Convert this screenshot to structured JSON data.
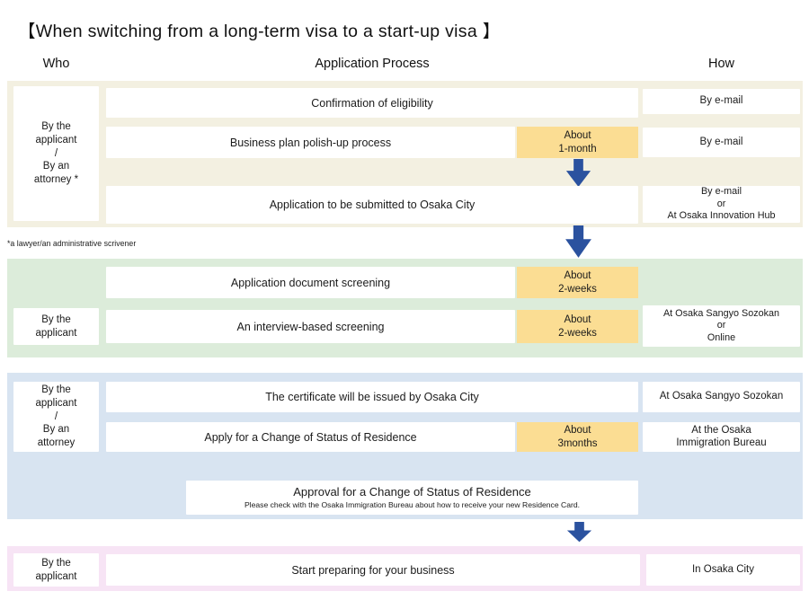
{
  "title": "【When switching from a long-term visa to a start-up visa 】",
  "headers": {
    "who": "Who",
    "process": "Application Process",
    "how": "How"
  },
  "footnote": "*a lawyer/an administrative scrivener",
  "colors": {
    "beige": "#f3f0e1",
    "green": "#dcecda",
    "blue": "#d8e4f1",
    "pink": "#f7e4f5",
    "yellow": "#fbdd93",
    "arrow": "#2b529f"
  },
  "s1": {
    "who": "By the\napplicant\n/\nBy an\nattorney *",
    "r1": {
      "label": "Confirmation of eligibility",
      "how": "By e-mail"
    },
    "r2": {
      "label": "Business plan polish-up process",
      "duration": "About\n1-month",
      "how": "By e-mail"
    },
    "r3": {
      "label": "Application to be submitted to Osaka City",
      "how": "By e-mail\nor\nAt Osaka Innovation Hub"
    }
  },
  "s2": {
    "who": "By the\napplicant",
    "r1": {
      "label": "Application document screening",
      "duration": "About\n2-weeks"
    },
    "r2": {
      "label": "An interview-based screening",
      "duration": "About\n2-weeks",
      "how": "At Osaka Sangyo Sozokan\nor\nOnline"
    }
  },
  "s3": {
    "who": "By the\napplicant\n/\nBy an\nattorney",
    "r1": {
      "label": "The certificate will be issued by Osaka City",
      "how": "At Osaka Sangyo Sozokan"
    },
    "r2": {
      "label": "Apply for a Change of Status of Residence",
      "duration": "About\n3months",
      "how": "At the Osaka\nImmigration Bureau"
    },
    "r3": {
      "label": "Approval for a Change of Status of Residence",
      "note": "Please check with the Osaka Immigration Bureau about how to receive your new Residence Card."
    }
  },
  "s4": {
    "who": "By the\napplicant",
    "r1": {
      "label": "Start preparing for your business",
      "how": "In Osaka City"
    }
  }
}
